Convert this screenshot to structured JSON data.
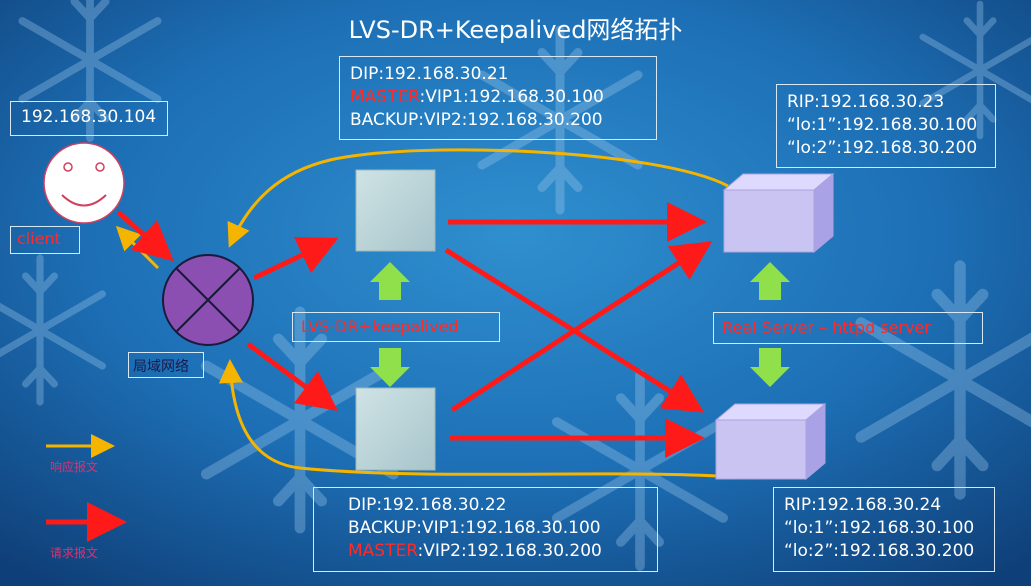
{
  "title": "LVS-DR+Keepalived网络拓扑",
  "client": {
    "ip": "192.168.30.104",
    "label": "client",
    "face_icon": "smiley-face-icon"
  },
  "network": {
    "label": "局域网络",
    "icon": "network-switch-icon"
  },
  "director1": {
    "dip": "DIP:192.168.30.21",
    "role1": "MASTER",
    "vip1": ":VIP1:192.168.30.100",
    "vip2": "BACKUP:VIP2:192.168.30.200"
  },
  "director2": {
    "dip": "DIP:192.168.30.22",
    "vip1": "BACKUP:VIP1:192.168.30.100",
    "role2": "MASTER",
    "vip2": ":VIP2:192.168.30.200"
  },
  "lvs_label": "LVS-DR+keepalived",
  "rs_label": "Real Server – httpd server",
  "rs1": {
    "rip": "RIP:192.168.30.23",
    "lo1": "“lo:1”:192.168.30.100",
    "lo2": "“lo:2”:192.168.30.200"
  },
  "rs2": {
    "rip": "RIP:192.168.30.24",
    "lo1": "“lo:1”:192.168.30.100",
    "lo2": "“lo:2”:192.168.30.200"
  },
  "legend": {
    "response": "响应报文",
    "request": "请求报文"
  },
  "colors": {
    "request": "#ff1a1a",
    "response": "#f5b400",
    "up_down": "#8fe04a",
    "director": "#bcd6da",
    "server": "#c9c4f2",
    "network": "#8a4fb0",
    "highlight": "#ff2a2a"
  }
}
